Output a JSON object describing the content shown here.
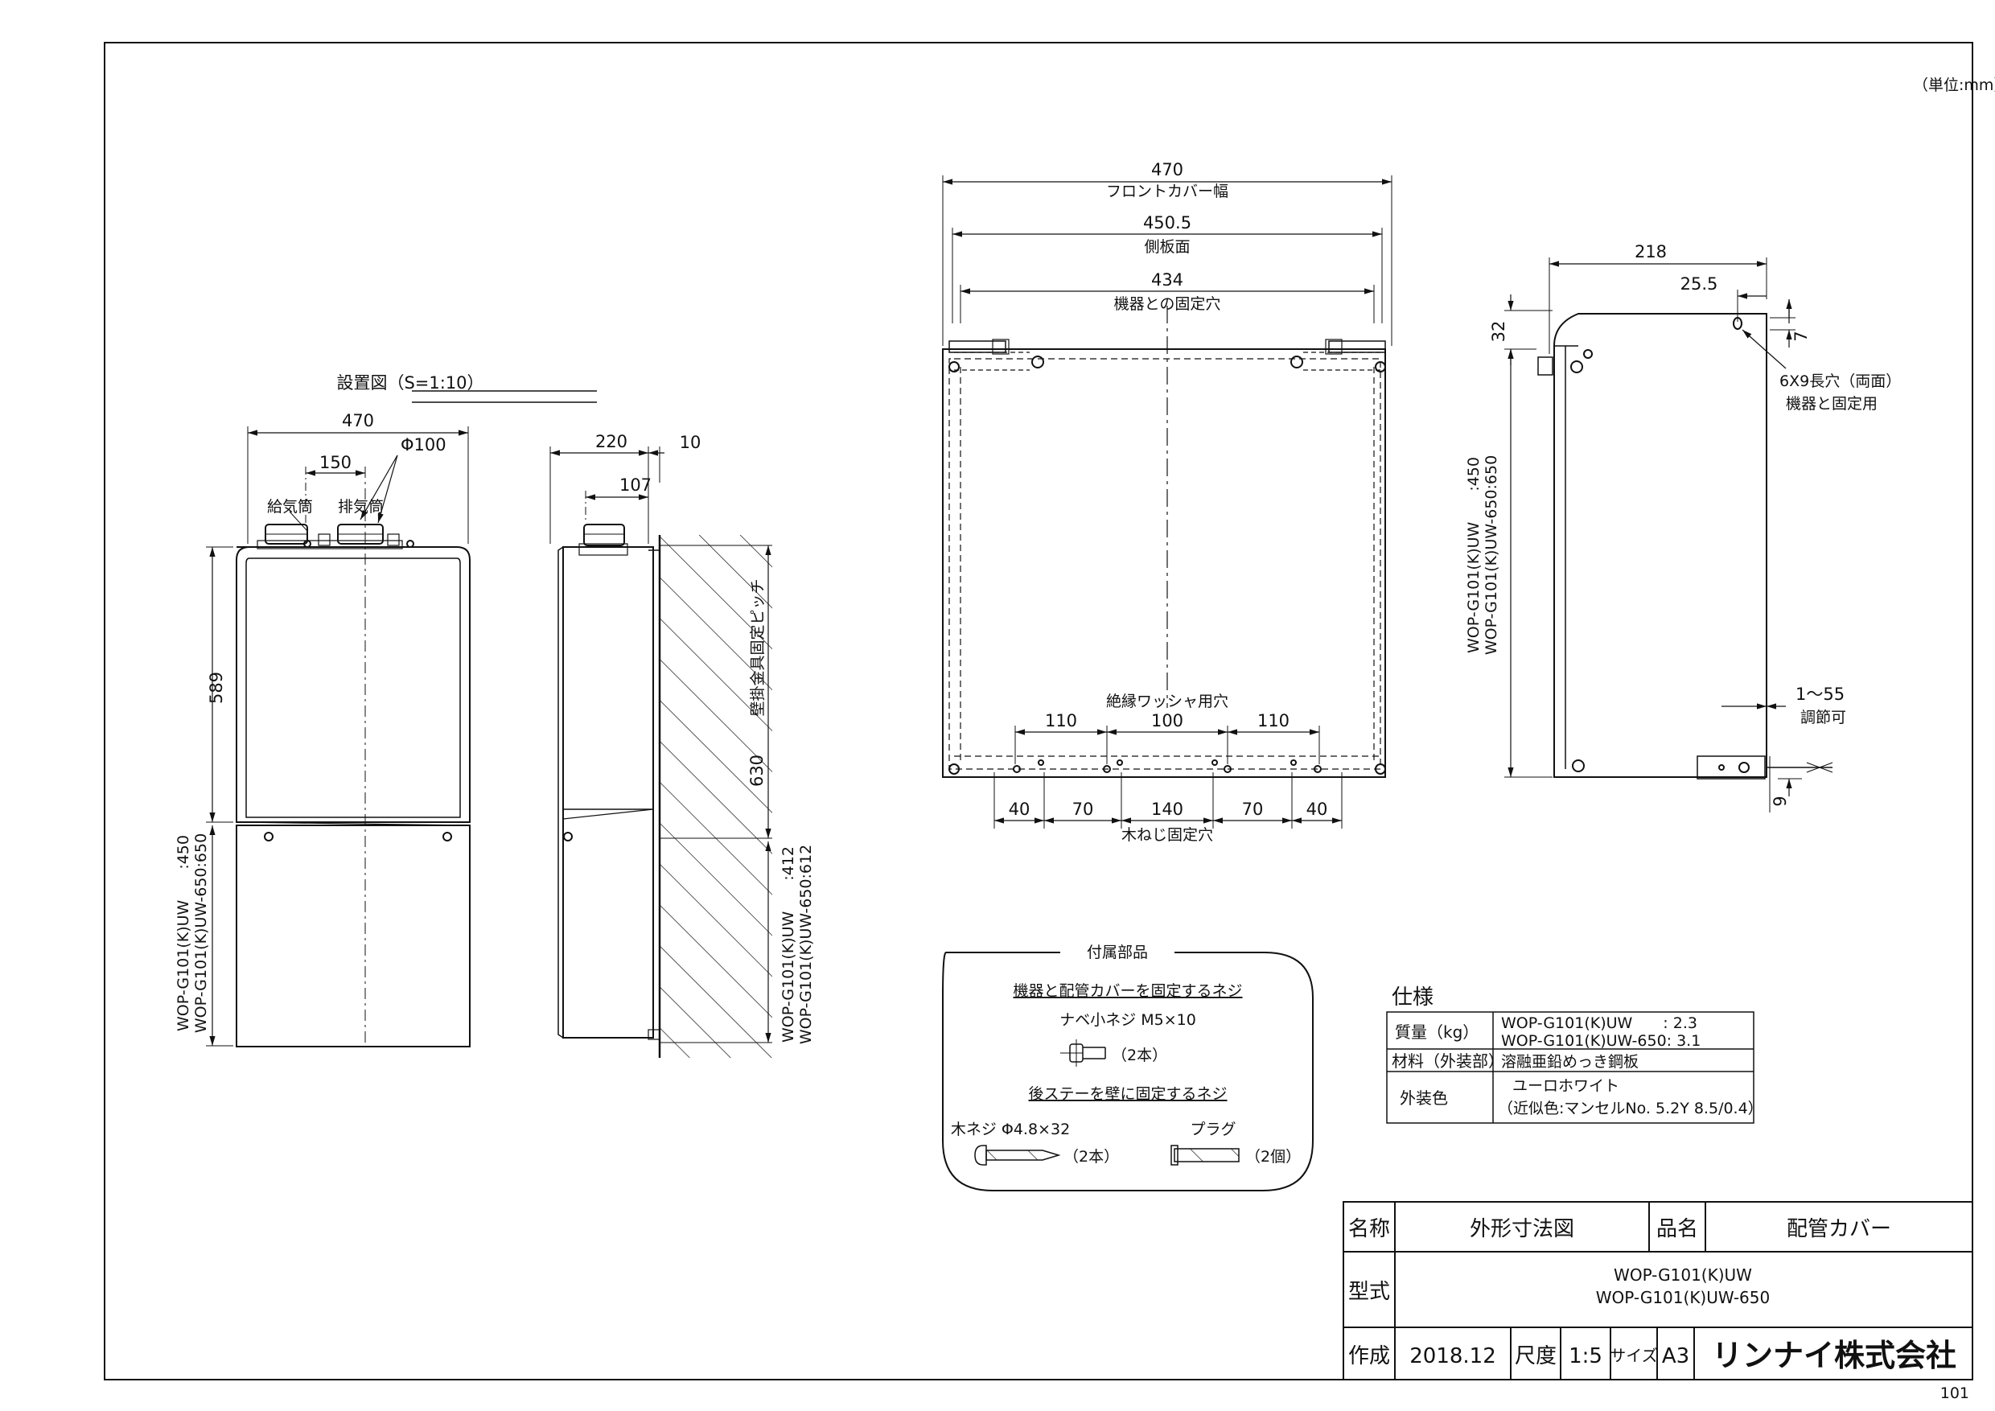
{
  "unit_note": "（単位:mm）",
  "install": {
    "title": "設置図（S=1:10）",
    "width": "470",
    "pitch": "150",
    "phi": "Φ100",
    "intake": "給気筒",
    "exhaust": "排気筒",
    "height": "589",
    "model_a": "WOP-G101(K)UW　　:450",
    "model_b": "WOP-G101(K)UW-650:650"
  },
  "side": {
    "depth": "220",
    "gap": "10",
    "offset": "107",
    "pitch": "630",
    "pitch_label": "壁掛金具固定ピッチ",
    "model_a": "WOP-G101(K)UW　　:412",
    "model_b": "WOP-G101(K)UW-650:612"
  },
  "front": {
    "d1": "470",
    "d1_label": "フロントカバー幅",
    "d2": "450.5",
    "d2_label": "側板面",
    "d3": "434",
    "d3_label": "機器との固定穴",
    "washer_label": "絶縁ワッシャ用穴",
    "w1": "110",
    "w2": "100",
    "w3": "110",
    "s1": "40",
    "s2": "70",
    "s3": "140",
    "s4": "70",
    "s5": "40",
    "screw_label": "木ねじ固定穴"
  },
  "rside": {
    "depth": "218",
    "hole_off": "25.5",
    "top": "32",
    "hole_v": "7",
    "slot": "6X9長穴（両面）",
    "slot_desc": "機器と固定用",
    "model_a": "WOP-G101(K)UW　　:450",
    "model_b": "WOP-G101(K)UW-650:650",
    "adjust": "1～55",
    "adjust_label": "調節可",
    "bottom": "9"
  },
  "parts": {
    "title": "付属部品",
    "sec1": "機器と配管カバーを固定するネジ",
    "screw1": "ナベ小ネジ M5×10",
    "qty1": "（2本）",
    "sec2": "後ステーを壁に固定するネジ",
    "screw2": "木ネジ Φ4.8×32",
    "plug": "プラグ",
    "qty2": "（2本）",
    "qty3": "（2個）"
  },
  "spec": {
    "title": "仕様",
    "rows": [
      {
        "label": "質量（kg）",
        "v1": "WOP-G101(K)UW　　: 2.3",
        "v2": "WOP-G101(K)UW-650: 3.1"
      },
      {
        "label": "材料（外装部）",
        "v1": "溶融亜鉛めっき鋼板",
        "v2": ""
      },
      {
        "label": "外装色",
        "v1": "ユーロホワイト",
        "v2": "（近似色:マンセルNo. 5.2Y 8.5/0.4）"
      }
    ]
  },
  "titleblock": {
    "name_label": "名称",
    "name": "外形寸法図",
    "prod_label": "品名",
    "prod": "配管カバー",
    "model_label": "型式",
    "model1": "WOP-G101(K)UW",
    "model2": "WOP-G101(K)UW-650",
    "made_label": "作成",
    "date": "2018.12",
    "scale_label": "尺度",
    "scale": "1:5",
    "size_label": "サイズ",
    "size": "A3",
    "company": "リンナイ株式会社"
  },
  "sheet_no": "101"
}
